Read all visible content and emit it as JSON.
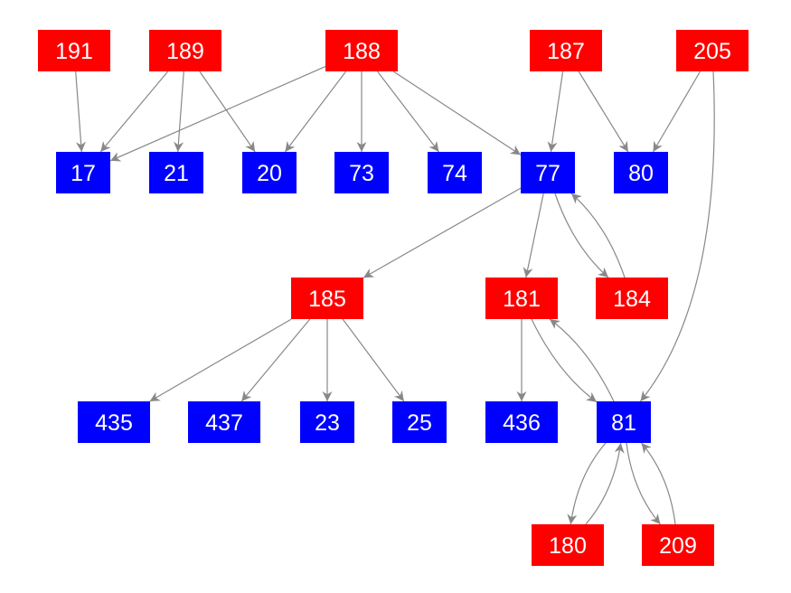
{
  "colors": {
    "red": "#ff0000",
    "blue": "#0000ff",
    "edge": "#888888"
  },
  "nodes": [
    {
      "id": "191",
      "color": "red"
    },
    {
      "id": "189",
      "color": "red"
    },
    {
      "id": "188",
      "color": "red"
    },
    {
      "id": "187",
      "color": "red"
    },
    {
      "id": "205",
      "color": "red"
    },
    {
      "id": "17",
      "color": "blue"
    },
    {
      "id": "21",
      "color": "blue"
    },
    {
      "id": "20",
      "color": "blue"
    },
    {
      "id": "73",
      "color": "blue"
    },
    {
      "id": "74",
      "color": "blue"
    },
    {
      "id": "77",
      "color": "blue"
    },
    {
      "id": "80",
      "color": "blue"
    },
    {
      "id": "185",
      "color": "red"
    },
    {
      "id": "181",
      "color": "red"
    },
    {
      "id": "184",
      "color": "red"
    },
    {
      "id": "435",
      "color": "blue"
    },
    {
      "id": "437",
      "color": "blue"
    },
    {
      "id": "23",
      "color": "blue"
    },
    {
      "id": "25",
      "color": "blue"
    },
    {
      "id": "436",
      "color": "blue"
    },
    {
      "id": "81",
      "color": "blue"
    },
    {
      "id": "180",
      "color": "red"
    },
    {
      "id": "209",
      "color": "red"
    }
  ],
  "edges": [
    [
      "191",
      "17"
    ],
    [
      "189",
      "17"
    ],
    [
      "189",
      "21"
    ],
    [
      "189",
      "20"
    ],
    [
      "188",
      "17"
    ],
    [
      "188",
      "20"
    ],
    [
      "188",
      "73"
    ],
    [
      "188",
      "74"
    ],
    [
      "188",
      "77"
    ],
    [
      "187",
      "77"
    ],
    [
      "187",
      "80"
    ],
    [
      "205",
      "80"
    ],
    [
      "205",
      "81"
    ],
    [
      "77",
      "185"
    ],
    [
      "77",
      "181"
    ],
    [
      "77",
      "184"
    ],
    [
      "184",
      "77"
    ],
    [
      "185",
      "435"
    ],
    [
      "185",
      "437"
    ],
    [
      "185",
      "23"
    ],
    [
      "185",
      "25"
    ],
    [
      "181",
      "436"
    ],
    [
      "181",
      "81"
    ],
    [
      "81",
      "181"
    ],
    [
      "81",
      "180"
    ],
    [
      "180",
      "81"
    ],
    [
      "81",
      "209"
    ],
    [
      "209",
      "81"
    ]
  ]
}
